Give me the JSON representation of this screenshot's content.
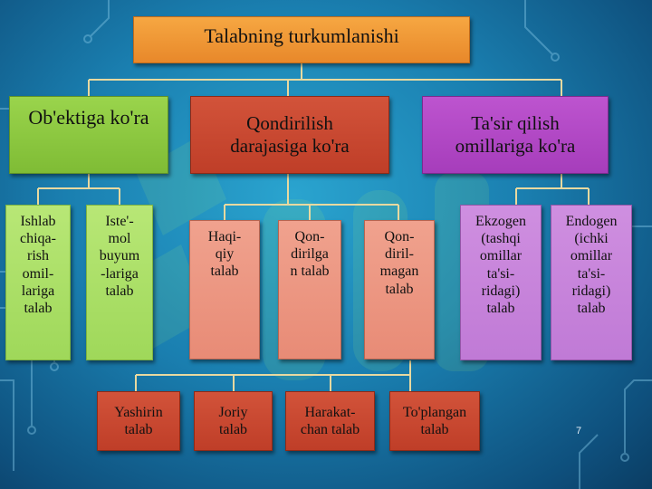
{
  "title": "Talabning turkumlanishi",
  "categories": {
    "object": "Ob'ektiga ko'ra",
    "satisfaction": "Qondirilish\ndarajasiga ko'ra",
    "influence": "Ta'sir qilish\nomillariga ko'ra"
  },
  "object_items": [
    "Ishlab\nchiqa-\nrish\nomil-\nlariga\ntalab",
    "Iste'-\nmol\nbuyum\n-lariga\ntalab"
  ],
  "satisfaction_items": [
    "Haqi-\nqiy\ntalab",
    "Qon-\ndirilga\nn talab",
    "Qon-\ndiril-\nmagan\ntalab"
  ],
  "unsatisfied_items": [
    "Yashirin\ntalab",
    "Joriy\ntalab",
    "Harakat-\nchan talab",
    "To'plangan\ntalab"
  ],
  "influence_items": [
    "Ekzogen\n(tashqi\nomillar\nta'si-\nridagi)\ntalab",
    "Endogen\n(ichki\nomillar\nta'si-\nridagi)\ntalab"
  ],
  "page_number": "7",
  "colors": {
    "root": "#f39b3a",
    "object": "#8cc63f",
    "satisfaction": "#c8452e",
    "influence": "#b048c4",
    "connector": "#e8d9a0"
  }
}
